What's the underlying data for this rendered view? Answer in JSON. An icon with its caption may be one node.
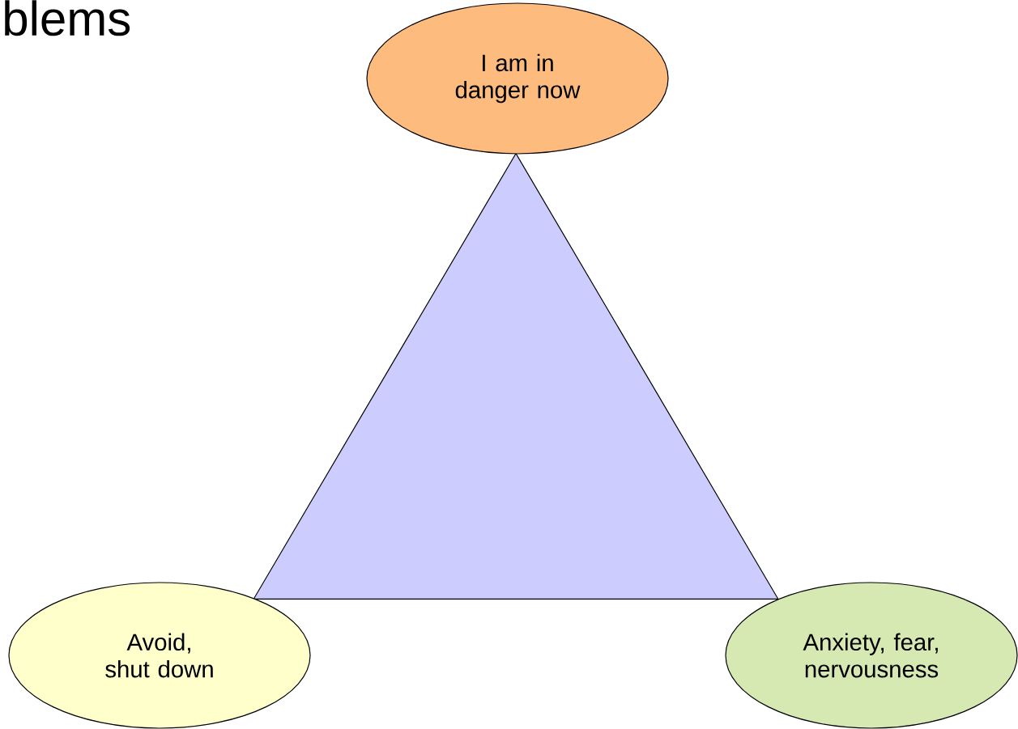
{
  "diagram": {
    "title": "blems",
    "nodes": [
      {
        "text": [
          "I am in danger now"
        ]
      },
      {
        "text": [
          "Avoid, shut down"
        ]
      },
      {
        "text": [
          "Anxiety, fear, nervousness"
        ]
      },
      {
        "text": [],
        "shape": "triangle"
      }
    ]
  }
}
